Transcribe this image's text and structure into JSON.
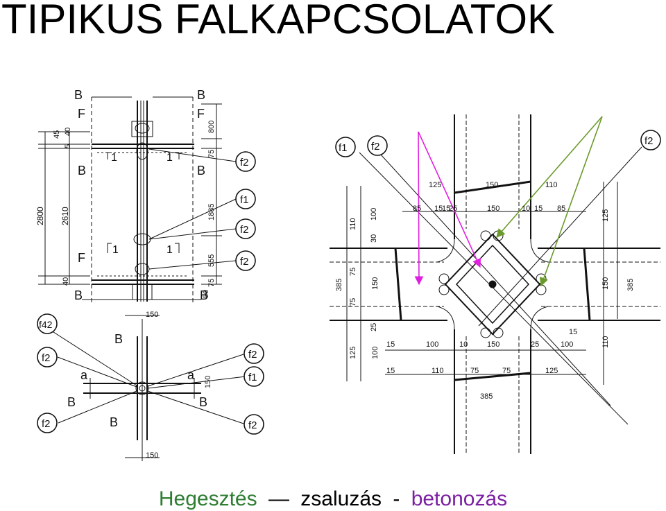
{
  "title": "TIPIKUS FALKAPCSOLATOK",
  "caption": {
    "part1": "Hegesztés",
    "sep1": "—",
    "part2": "zsaluzás",
    "sep2": "-",
    "part3": "betonozás",
    "colors": {
      "part1": "#2e7d32",
      "part2": "#000000",
      "part3": "#7b1fa2"
    }
  },
  "colors": {
    "arrow_magenta": "#e020e0",
    "arrow_green": "#6a9a2a"
  },
  "left_top": {
    "labels": {
      "b": "B",
      "f": "F",
      "one": "1",
      "f1": "f1",
      "f2": "f2",
      "dims": {
        "d45": "45",
        "d40a": "40",
        "d5": "5",
        "d2800": "2800",
        "d2610": "2610",
        "d40b": "40",
        "d800": "800",
        "d75a": "75",
        "d1885": "1885",
        "d555": "555",
        "d75b": "75",
        "d80": "80"
      }
    }
  },
  "left_bottom": {
    "labels": {
      "f42": "f42",
      "f2": "f2",
      "f1": "f1",
      "b": "B",
      "a": "a",
      "d150a": "150",
      "d150b": "150",
      "d150c": "150"
    }
  },
  "right": {
    "labels": {
      "f1": "f1",
      "f2": "f2",
      "dims": {
        "d125a": "125",
        "d150a": "150",
        "d110a": "110",
        "d85a": "85",
        "d15a": "15",
        "d15b": "15",
        "d25a": "25",
        "d150b": "150",
        "d10a": "10",
        "d15c": "15",
        "d85b": "85",
        "d110b": "110",
        "d100a": "100",
        "d30": "30",
        "d385a": "385",
        "d75a": "75",
        "d150c": "150",
        "d75b": "75",
        "d25b": "25",
        "d125b": "125",
        "d150d": "150",
        "d385b": "385",
        "d15d": "15",
        "d100b": "100",
        "d10b": "10",
        "d150e": "150",
        "d25c": "25",
        "d100c": "100",
        "d15e": "15",
        "d110c": "110",
        "d125c": "125",
        "d100d": "100",
        "d15f": "15",
        "d110d": "110",
        "d75c": "75",
        "d75d": "75",
        "d125d": "125",
        "d385c": "385"
      }
    }
  }
}
